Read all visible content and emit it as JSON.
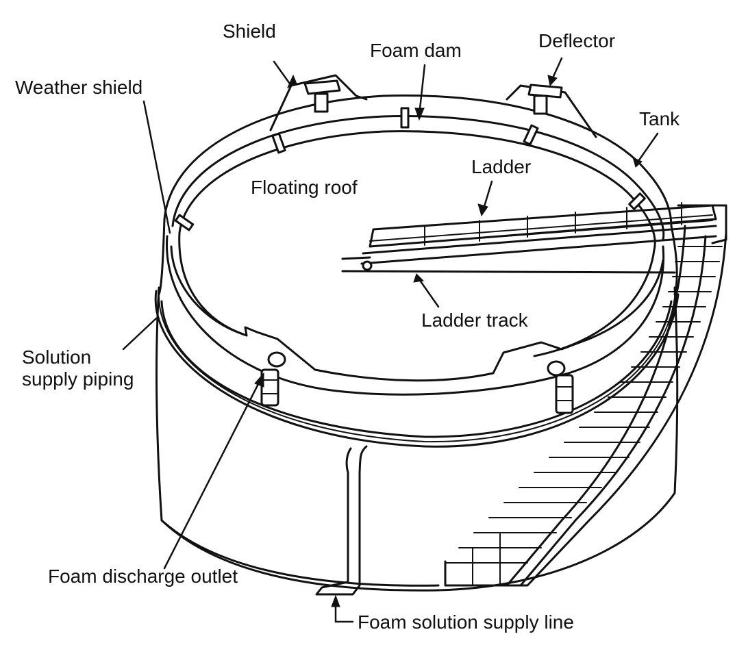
{
  "labels": {
    "shield": "Shield",
    "foam_dam": "Foam dam",
    "deflector": "Deflector",
    "weather_shield": "Weather shield",
    "tank": "Tank",
    "ladder": "Ladder",
    "floating_roof": "Floating roof",
    "ladder_track": "Ladder track",
    "solution_supply_piping_line1": "Solution",
    "solution_supply_piping_line2": "supply piping",
    "foam_discharge_outlet": "Foam discharge outlet",
    "foam_solution_supply_line": "Foam solution supply line"
  }
}
